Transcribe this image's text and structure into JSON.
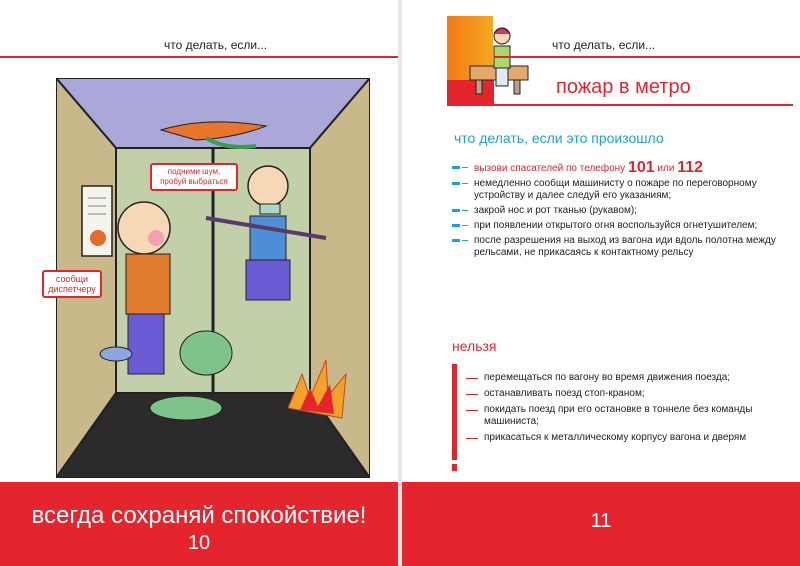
{
  "left_page": {
    "header": "что делать, если...",
    "callouts": {
      "noise": "подними шум, пробуй выбраться",
      "dispatcher": "сообщи диспетчеру"
    },
    "footer_title": "всегда сохраняй спокойствие!",
    "page_number": "10"
  },
  "right_page": {
    "header": "что делать, если...",
    "title": "пожар в метро",
    "subheading": "что делать, если это произошло",
    "call_prefix": "вызови спасателей по телефону",
    "phone_1": "101",
    "call_or": "или",
    "phone_2": "112",
    "bullets": [
      "немедленно сообщи машинисту о пожаре по переговорному устройству и далее следуй его указаниям;",
      "закрой нос и рот тканью (рукавом);",
      "при появлении открытого огня воспользуйся огнетушителем;",
      "после разрешения на выход из вагона иди вдоль полотна между рельсами, не прикасаясь к контактному рельсу"
    ],
    "forbidden_heading": "нельзя",
    "forbidden": [
      "перемещаться по вагону во время движения поезда;",
      "останавливать поезд стоп-краном;",
      "покидать поезд при его остановке в тоннеле без команды машиниста;",
      "прикасаться к металлическому корпусу вагона и дверям"
    ],
    "page_number": "11"
  },
  "colors": {
    "accent_red": "#e4252e",
    "accent_blue": "#1ba3cf",
    "accent_orange": "#f47a14"
  }
}
